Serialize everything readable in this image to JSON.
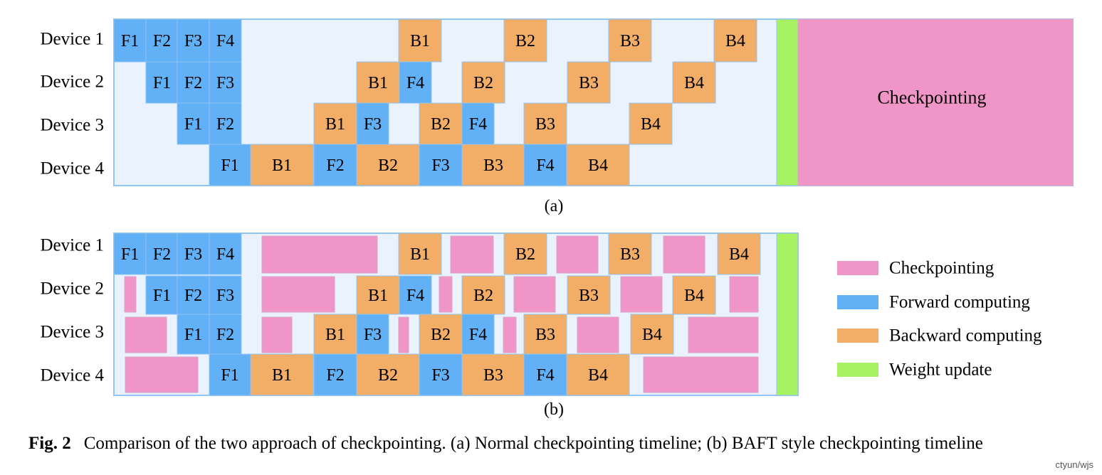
{
  "colors": {
    "checkpointing": "#f095c8",
    "forward": "#62b0f6",
    "backward": "#f2ad67",
    "weight_update": "#a6f262",
    "background": "#eaf2fd",
    "border": "#93c5f3"
  },
  "device_labels": [
    "Device 1",
    "Device 2",
    "Device 3",
    "Device 4"
  ],
  "panel_a": {
    "label": "(a)",
    "big_checkpoint_label": "Checkpointing",
    "blocks": [
      {
        "kind": "forward",
        "text": "F1"
      },
      {
        "kind": "forward",
        "text": "F2"
      },
      {
        "kind": "forward",
        "text": "F3"
      },
      {
        "kind": "forward",
        "text": "F4"
      },
      {
        "kind": "backward",
        "text": "B1"
      },
      {
        "kind": "backward",
        "text": "B2"
      },
      {
        "kind": "backward",
        "text": "B3"
      },
      {
        "kind": "backward",
        "text": "B4"
      },
      {
        "kind": "forward",
        "text": "F1"
      },
      {
        "kind": "forward",
        "text": "F2"
      },
      {
        "kind": "forward",
        "text": "F3"
      },
      {
        "kind": "backward",
        "text": "B1"
      },
      {
        "kind": "forward",
        "text": "F4"
      },
      {
        "kind": "backward",
        "text": "B2"
      },
      {
        "kind": "backward",
        "text": "B3"
      },
      {
        "kind": "backward",
        "text": "B4"
      },
      {
        "kind": "forward",
        "text": "F1"
      },
      {
        "kind": "forward",
        "text": "F2"
      },
      {
        "kind": "backward",
        "text": "B1"
      },
      {
        "kind": "forward",
        "text": "F3"
      },
      {
        "kind": "backward",
        "text": "B2"
      },
      {
        "kind": "forward",
        "text": "F4"
      },
      {
        "kind": "backward",
        "text": "B3"
      },
      {
        "kind": "backward",
        "text": "B4"
      },
      {
        "kind": "forward",
        "text": "F1"
      },
      {
        "kind": "backward",
        "text": "B1"
      },
      {
        "kind": "forward",
        "text": "F2"
      },
      {
        "kind": "backward",
        "text": "B2"
      },
      {
        "kind": "forward",
        "text": "F3"
      },
      {
        "kind": "backward",
        "text": "B3"
      },
      {
        "kind": "forward",
        "text": "F4"
      },
      {
        "kind": "backward",
        "text": "B4"
      },
      {
        "kind": "weight_update",
        "text": ""
      },
      {
        "kind": "checkpointing",
        "text": ""
      }
    ]
  },
  "panel_b": {
    "label": "(b)",
    "blocks": [
      {
        "kind": "forward",
        "text": "F1"
      },
      {
        "kind": "forward",
        "text": "F2"
      },
      {
        "kind": "forward",
        "text": "F3"
      },
      {
        "kind": "forward",
        "text": "F4"
      },
      {
        "kind": "checkpointing",
        "text": ""
      },
      {
        "kind": "backward",
        "text": "B1"
      },
      {
        "kind": "checkpointing",
        "text": ""
      },
      {
        "kind": "backward",
        "text": "B2"
      },
      {
        "kind": "checkpointing",
        "text": ""
      },
      {
        "kind": "backward",
        "text": "B3"
      },
      {
        "kind": "checkpointing",
        "text": ""
      },
      {
        "kind": "backward",
        "text": "B4"
      },
      {
        "kind": "checkpointing",
        "text": ""
      },
      {
        "kind": "forward",
        "text": "F1"
      },
      {
        "kind": "forward",
        "text": "F2"
      },
      {
        "kind": "forward",
        "text": "F3"
      },
      {
        "kind": "checkpointing",
        "text": ""
      },
      {
        "kind": "backward",
        "text": "B1"
      },
      {
        "kind": "forward",
        "text": "F4"
      },
      {
        "kind": "checkpointing",
        "text": ""
      },
      {
        "kind": "backward",
        "text": "B2"
      },
      {
        "kind": "checkpointing",
        "text": ""
      },
      {
        "kind": "backward",
        "text": "B3"
      },
      {
        "kind": "checkpointing",
        "text": ""
      },
      {
        "kind": "backward",
        "text": "B4"
      },
      {
        "kind": "checkpointing",
        "text": ""
      },
      {
        "kind": "checkpointing",
        "text": ""
      },
      {
        "kind": "forward",
        "text": "F1"
      },
      {
        "kind": "forward",
        "text": "F2"
      },
      {
        "kind": "checkpointing",
        "text": ""
      },
      {
        "kind": "backward",
        "text": "B1"
      },
      {
        "kind": "forward",
        "text": "F3"
      },
      {
        "kind": "checkpointing",
        "text": ""
      },
      {
        "kind": "backward",
        "text": "B2"
      },
      {
        "kind": "forward",
        "text": "F4"
      },
      {
        "kind": "checkpointing",
        "text": ""
      },
      {
        "kind": "backward",
        "text": "B3"
      },
      {
        "kind": "checkpointing",
        "text": ""
      },
      {
        "kind": "backward",
        "text": "B4"
      },
      {
        "kind": "checkpointing",
        "text": ""
      },
      {
        "kind": "checkpointing",
        "text": ""
      },
      {
        "kind": "forward",
        "text": "F1"
      },
      {
        "kind": "backward",
        "text": "B1"
      },
      {
        "kind": "forward",
        "text": "F2"
      },
      {
        "kind": "backward",
        "text": "B2"
      },
      {
        "kind": "forward",
        "text": "F3"
      },
      {
        "kind": "backward",
        "text": "B3"
      },
      {
        "kind": "forward",
        "text": "F4"
      },
      {
        "kind": "backward",
        "text": "B4"
      },
      {
        "kind": "checkpointing",
        "text": ""
      },
      {
        "kind": "weight_update",
        "text": ""
      }
    ]
  },
  "legend": [
    {
      "kind": "checkpointing",
      "label": "Checkpointing"
    },
    {
      "kind": "forward",
      "label": "Forward computing"
    },
    {
      "kind": "backward",
      "label": "Backward computing"
    },
    {
      "kind": "weight_update",
      "label": "Weight update"
    }
  ],
  "caption": {
    "fig_label": "Fig. 2",
    "text": "Comparison of the two approach of checkpointing. (a) Normal checkpointing timeline; (b) BAFT style checkpointing timeline"
  },
  "watermark": "ctyun/wjs"
}
